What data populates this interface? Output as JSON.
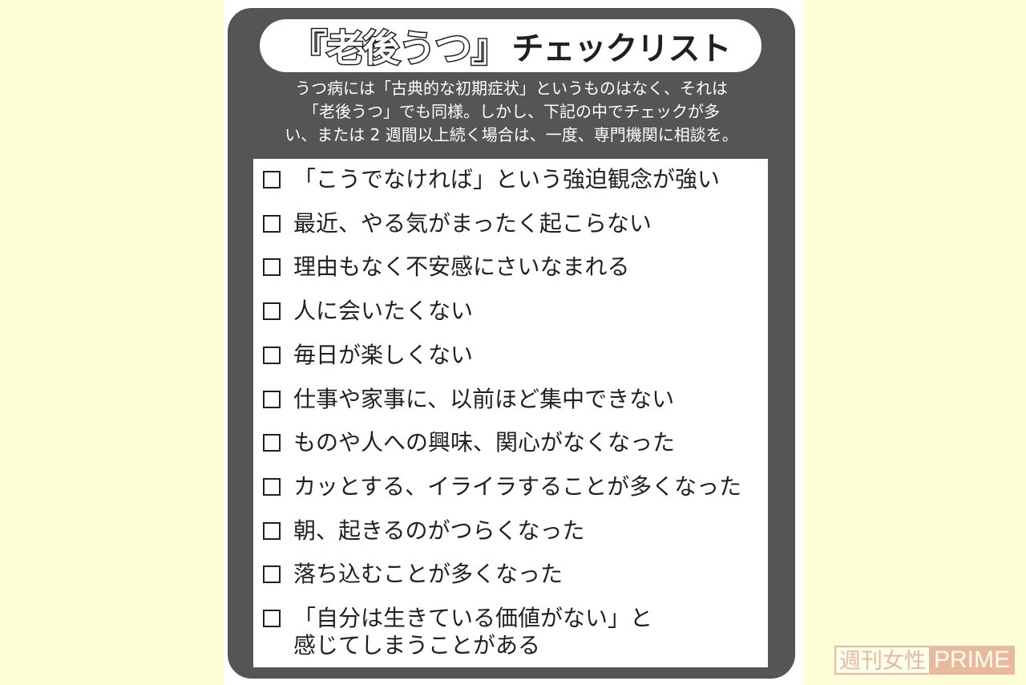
{
  "title": {
    "main": "『老後うつ』",
    "sub": "チェックリスト"
  },
  "description": {
    "lines": [
      "うつ病には「古典的な初期症状」というものはなく、それは",
      "「老後うつ」でも同様。しかし、下記の中でチェックが多",
      "い、または 2 週間以上続く場合は、一度、専門機関に相談を。"
    ]
  },
  "checklist": {
    "items": [
      {
        "label": "「こうでなければ」という強迫観念が強い",
        "checked": false
      },
      {
        "label": "最近、やる気がまったく起こらない",
        "checked": false
      },
      {
        "label": "理由もなく不安感にさいなまれる",
        "checked": false
      },
      {
        "label": "人に会いたくない",
        "checked": false
      },
      {
        "label": "毎日が楽しくない",
        "checked": false
      },
      {
        "label": "仕事や家事に、以前ほど集中できない",
        "checked": false
      },
      {
        "label": "ものや人への興味、関心がなくなった",
        "checked": false
      },
      {
        "label": "カッとする、イライラすることが多くなった",
        "checked": false
      },
      {
        "label": "朝、起きるのがつらくなった",
        "checked": false
      },
      {
        "label": "落ち込むことが多くなった",
        "checked": false
      },
      {
        "label": "「自分は生きている価値がない」と",
        "label_line2": "感じてしまうことがある",
        "checked": false
      }
    ]
  },
  "watermark": {
    "jp": "週刊女性",
    "en": "PRIME"
  },
  "colors": {
    "background": "#fefed8",
    "panel": "#565455",
    "text_dark": "#231f20",
    "watermark": "#d9826f"
  }
}
